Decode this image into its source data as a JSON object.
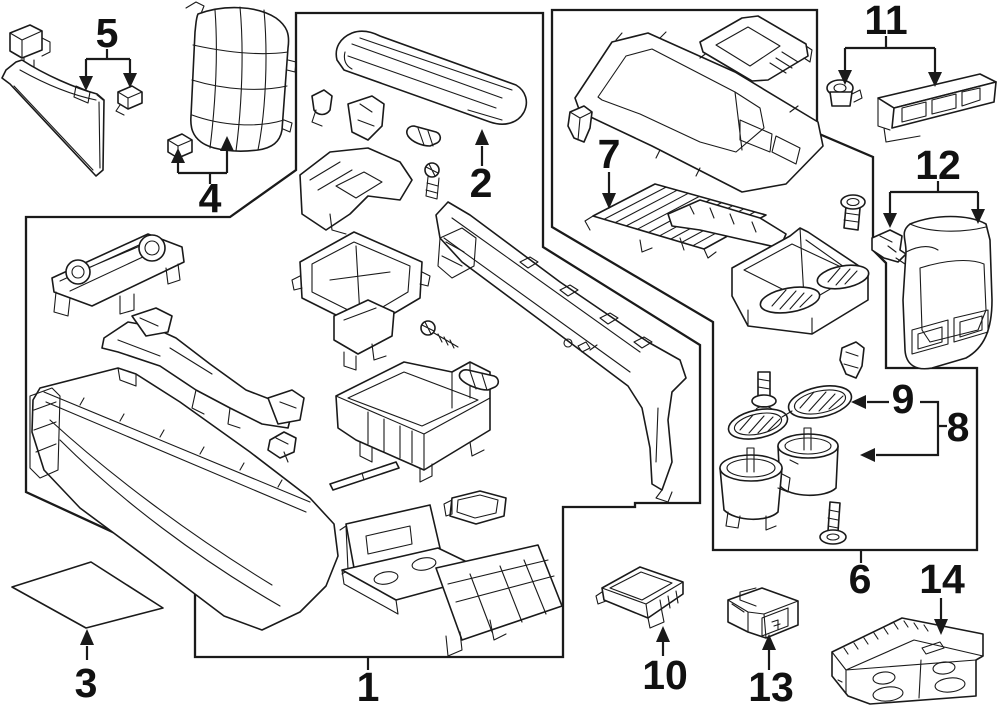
{
  "diagram": {
    "background": "#ffffff",
    "line_color": "#1a1a1a",
    "callouts": [
      {
        "number": "1",
        "part": "console-body-assembly"
      },
      {
        "number": "2",
        "part": "armrest-lid"
      },
      {
        "number": "3",
        "part": "console-mat"
      },
      {
        "number": "4",
        "part": "mesh-net-panel"
      },
      {
        "number": "5",
        "part": "side-cover-and-clip"
      },
      {
        "number": "6",
        "part": "cup-holder-group-box"
      },
      {
        "number": "7",
        "part": "sliding-shutter-door"
      },
      {
        "number": "8",
        "part": "cup-holder-unit"
      },
      {
        "number": "9",
        "part": "cup-holder-pads"
      },
      {
        "number": "10",
        "part": "switch-blank-bezel"
      },
      {
        "number": "11",
        "part": "switch-panel"
      },
      {
        "number": "12",
        "part": "console-rear-panel"
      },
      {
        "number": "13",
        "part": "console-switch"
      },
      {
        "number": "14",
        "part": "control-unit"
      }
    ]
  }
}
